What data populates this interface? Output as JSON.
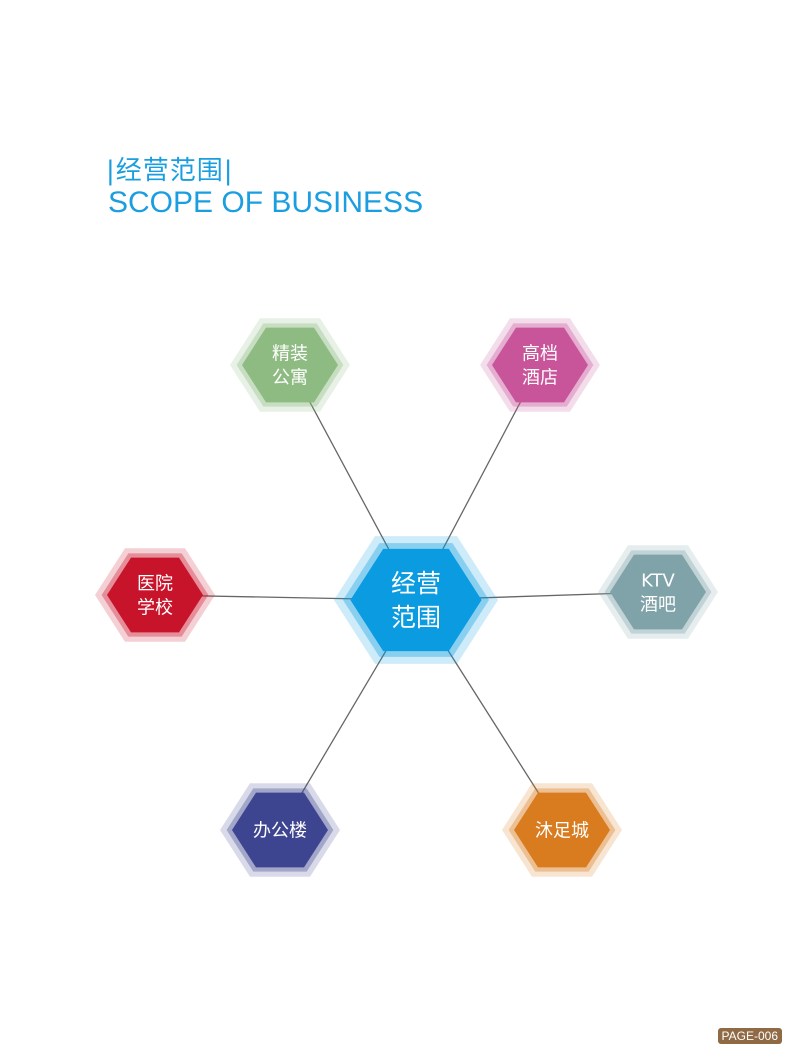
{
  "header": {
    "title_cn": "|经营范围|",
    "title_en": "SCOPE OF BUSINESS"
  },
  "center": {
    "lines": [
      "经营",
      "范围"
    ],
    "color": "#0a9be0"
  },
  "nodes": [
    {
      "id": "apartment",
      "lines": [
        "精装",
        "公寓"
      ],
      "color": "#8dbb82"
    },
    {
      "id": "hotel",
      "lines": [
        "高档",
        "酒店"
      ],
      "color": "#c8549a"
    },
    {
      "id": "hospital",
      "lines": [
        "医院",
        "学校"
      ],
      "color": "#c8142a"
    },
    {
      "id": "ktv",
      "lines": [
        "KTV",
        "酒吧"
      ],
      "color": "#7fa3a8"
    },
    {
      "id": "office",
      "lines": [
        "办公楼"
      ],
      "color": "#3e4590"
    },
    {
      "id": "spa",
      "lines": [
        "沐足城"
      ],
      "color": "#d97b1f"
    }
  ],
  "footer": {
    "page": "PAGE-006"
  }
}
